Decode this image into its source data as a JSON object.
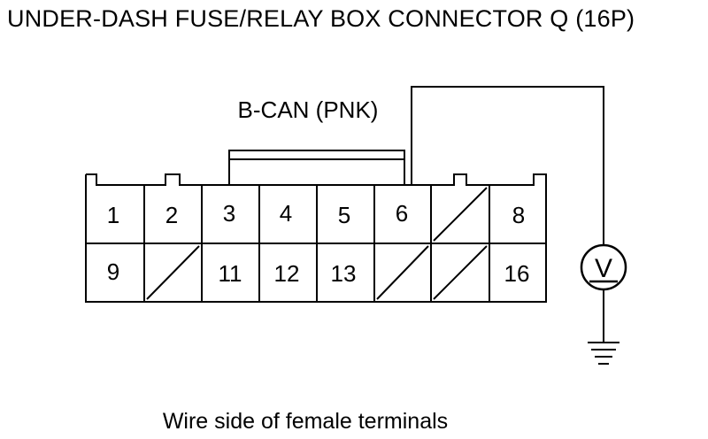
{
  "title": "UNDER-DASH FUSE/RELAY BOX CONNECTOR Q (16P)",
  "wire_label": "B-CAN (PNK)",
  "caption": "Wire side of female terminals",
  "meter_symbol": "V",
  "connector": {
    "top_row": [
      "1",
      "2",
      "3",
      "4",
      "5",
      "6",
      "",
      "8"
    ],
    "bottom_row": [
      "9",
      "",
      "11",
      "12",
      "13",
      "",
      "",
      "16"
    ],
    "empty_cells": [
      "top-7",
      "bottom-2",
      "bottom-6",
      "bottom-7"
    ],
    "probed_terminal": "6"
  },
  "icons": [
    "voltmeter-icon",
    "ground-icon"
  ]
}
